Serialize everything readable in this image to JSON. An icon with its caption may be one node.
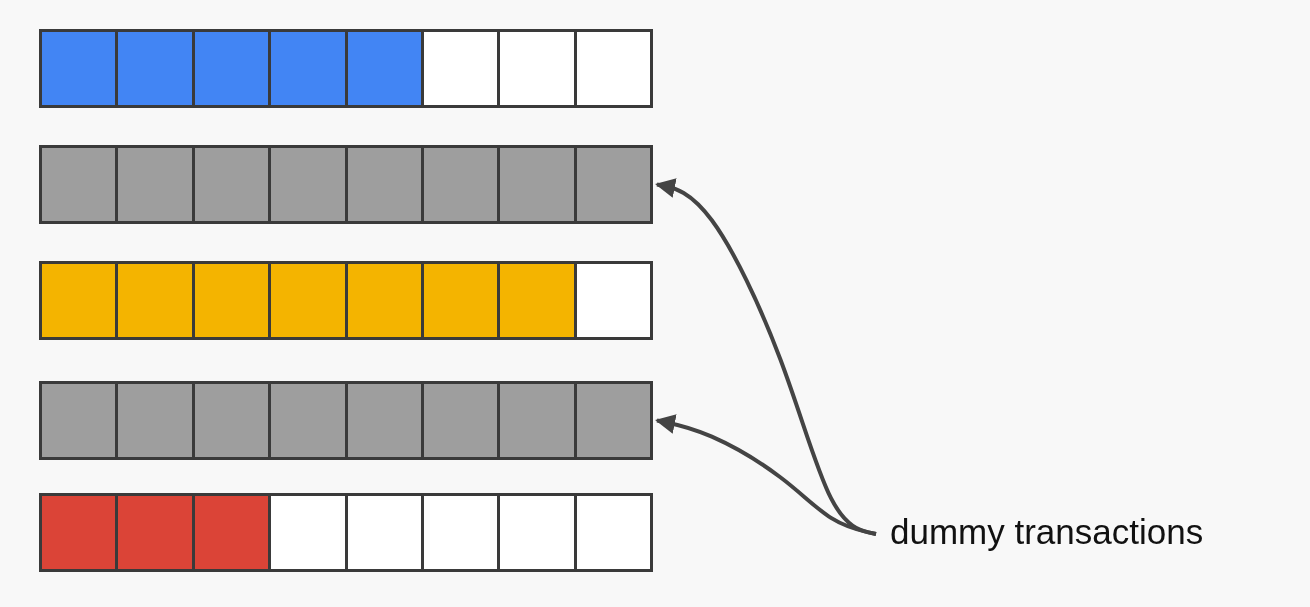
{
  "diagram": {
    "nodes": [
      {
        "text": [],
        "shape": "bar"
      },
      {
        "text": [],
        "shape": "bar"
      },
      {
        "text": [],
        "shape": "bar"
      },
      {
        "text": [],
        "shape": "bar"
      },
      {
        "text": [],
        "shape": "bar"
      },
      {
        "text": [
          "dummy transactions"
        ]
      }
    ],
    "edges": [
      {
        "from": 5,
        "to": 1,
        "arrow": "to"
      },
      {
        "from": 5,
        "to": 3,
        "arrow": "to"
      }
    ]
  }
}
